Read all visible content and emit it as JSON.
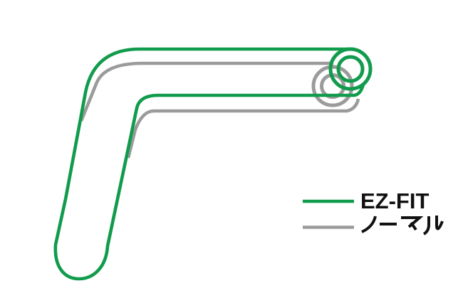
{
  "legend": {
    "items": [
      {
        "label": "EZ-FIT",
        "color": "#119b4c"
      },
      {
        "label": "ノーマル",
        "color": "#9b9b9b"
      }
    ]
  },
  "diagram": {
    "bars": [
      {
        "name": "EZ-FIT handlebar",
        "legend_label": "EZ-FIT",
        "color": "#119b4c"
      },
      {
        "name": "normal handlebar",
        "legend_label": "ノーマル",
        "color": "#9b9b9b"
      }
    ]
  },
  "colors": {
    "green": "#119b4c",
    "gray": "#9b9b9b",
    "text": "#111111",
    "background": "#ffffff"
  }
}
